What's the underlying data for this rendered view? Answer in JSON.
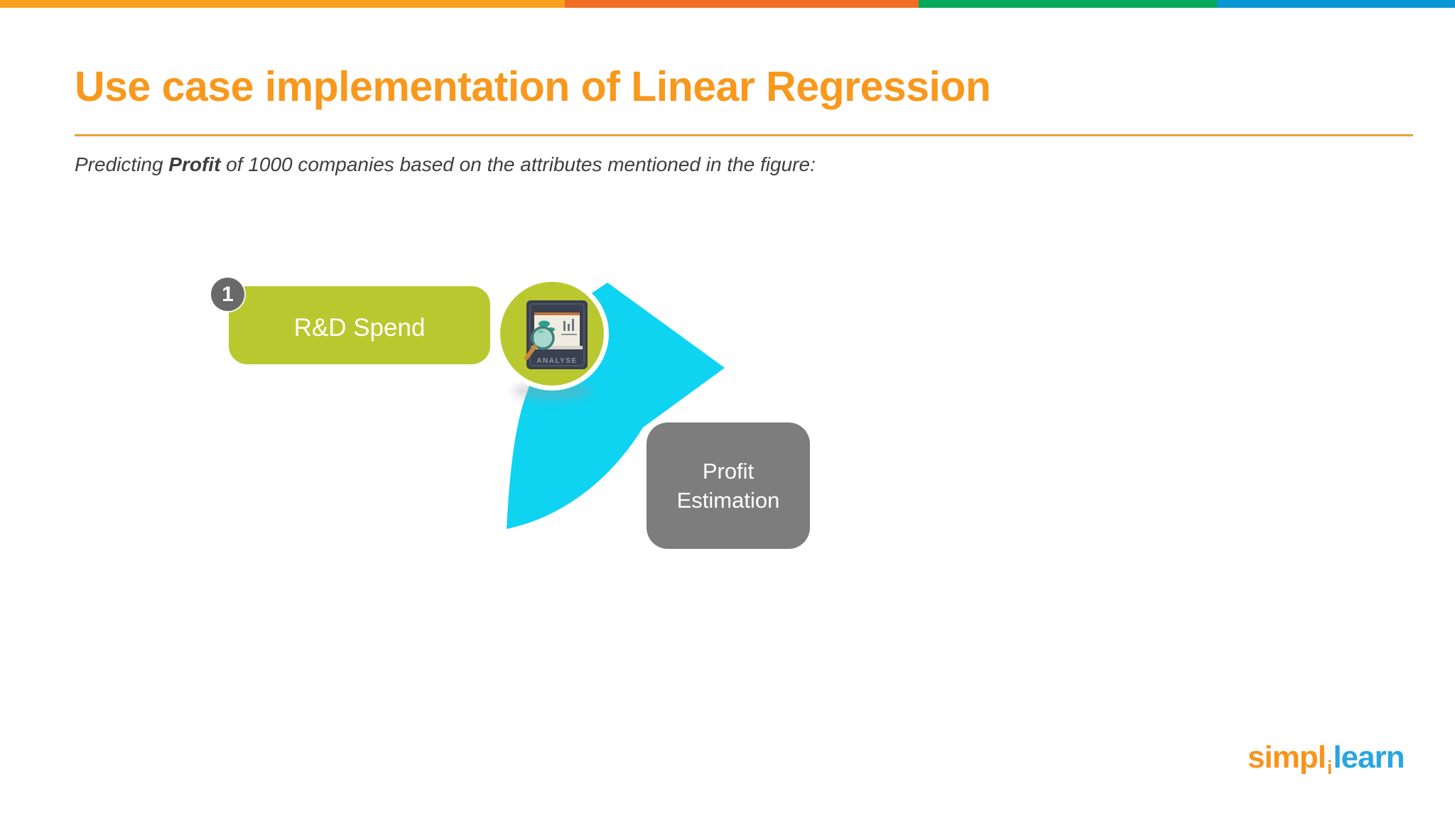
{
  "top_bar": {
    "segments": [
      {
        "name": "amber",
        "color": "#F9A11C"
      },
      {
        "name": "orange",
        "color": "#F26D24"
      },
      {
        "name": "green",
        "color": "#04A85B"
      },
      {
        "name": "blue",
        "color": "#0997D6"
      }
    ]
  },
  "header": {
    "title": "Use case implementation of Linear Regression"
  },
  "subtitle": {
    "prefix": "Predicting ",
    "bold": "Profit",
    "suffix": " of 1000 companies based on the attributes mentioned in the figure:"
  },
  "diagram": {
    "step_number": "1",
    "input_label": "R&D Spend",
    "icon_caption": "ANALYSE",
    "output_label_line1": "Profit",
    "output_label_line2": "Estimation"
  },
  "footer": {
    "logo_part1": "simpl",
    "logo_part2": "i",
    "logo_part3": "learn"
  },
  "colors": {
    "bar_amber": "#F9A11C",
    "bar_orange": "#F26D24",
    "bar_green": "#04A85B",
    "bar_blue": "#0997D6",
    "title": "#F8981C",
    "divider": "#EBA23C",
    "subtitle_text": "#3E3E3E",
    "input_box_green": "#BAC830",
    "badge_gray": "#6A6969",
    "arrow_cyan": "#0ED3F1",
    "output_box_gray": "#7E7D7D",
    "logo_orange": "#F7941E",
    "logo_blue": "#29A5DE",
    "white": "#FFFFFF"
  }
}
